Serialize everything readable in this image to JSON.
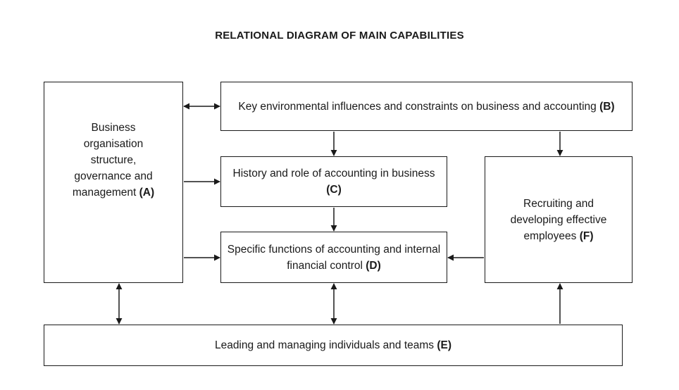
{
  "title": "RELATIONAL DIAGRAM OF MAIN CAPABILITIES",
  "boxes": {
    "a": {
      "text": "Business organisation structure, governance and management",
      "code": "(A)"
    },
    "b": {
      "text": "Key environmental influences and constraints on business and accounting",
      "code": "(B)"
    },
    "c": {
      "text": "History and role of accounting in business",
      "code": "(C)"
    },
    "d": {
      "text": "Specific functions of accounting and internal financial control",
      "code": "(D)"
    },
    "e": {
      "text": "Leading and managing individuals and teams",
      "code": "(E)"
    },
    "f": {
      "text": "Recruiting and developing effective employees",
      "code": "(F)"
    }
  },
  "connections": [
    {
      "from": "A",
      "to": "B",
      "direction": "both"
    },
    {
      "from": "B",
      "to": "C",
      "direction": "forward"
    },
    {
      "from": "B",
      "to": "F",
      "direction": "forward"
    },
    {
      "from": "A",
      "to": "C",
      "direction": "forward"
    },
    {
      "from": "C",
      "to": "D",
      "direction": "forward"
    },
    {
      "from": "A",
      "to": "D",
      "direction": "forward"
    },
    {
      "from": "F",
      "to": "D",
      "direction": "forward"
    },
    {
      "from": "A",
      "to": "E",
      "direction": "both"
    },
    {
      "from": "D",
      "to": "E",
      "direction": "both"
    },
    {
      "from": "E",
      "to": "F",
      "direction": "forward"
    }
  ],
  "colors": {
    "line": "#1a1a1a",
    "background": "#ffffff"
  }
}
